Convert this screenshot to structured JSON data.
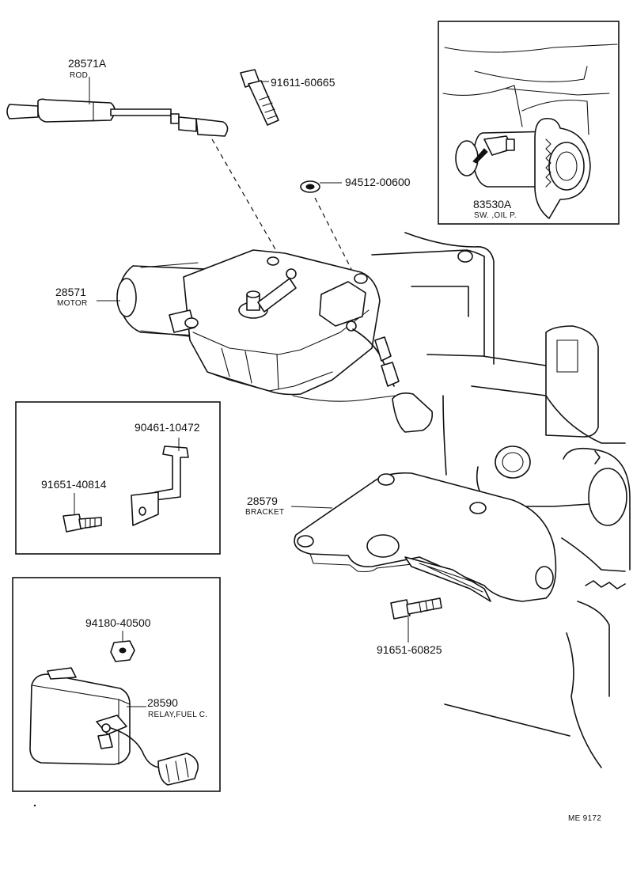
{
  "parts": {
    "rod": {
      "number": "28571A",
      "name": "ROD"
    },
    "bolt_top": {
      "number": "91611-60665"
    },
    "washer": {
      "number": "94512-00600"
    },
    "motor": {
      "number": "28571",
      "name": "MOTOR"
    },
    "oil_switch": {
      "number": "83530A",
      "name": "SW. ,OIL P."
    },
    "clamp": {
      "number": "90461-10472"
    },
    "bolt_small": {
      "number": "91651-40814"
    },
    "bracket": {
      "number": "28579",
      "name": "BRACKET"
    },
    "bolt_bracket": {
      "number": "91651-60825"
    },
    "nut": {
      "number": "94180-40500"
    },
    "relay": {
      "number": "28590",
      "name": "RELAY,FUEL C."
    }
  },
  "footer": {
    "code": "ME  9172"
  }
}
